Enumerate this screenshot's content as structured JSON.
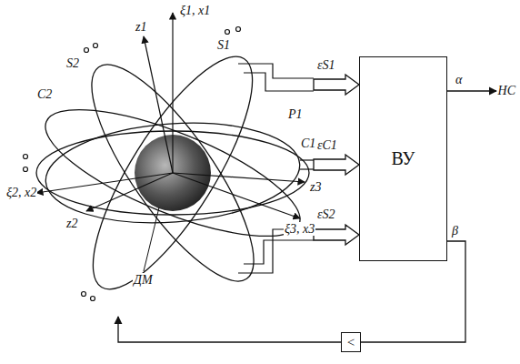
{
  "diagram": {
    "nodes": [
      {
        "text": [
          "ВУ"
        ]
      },
      {
        "text": [
          "<"
        ]
      }
    ],
    "edges": [
      {
        "from": 0,
        "to": 1,
        "arrow": "none",
        "label": "β"
      }
    ],
    "labels": [
      "ξ1, x1",
      "z1",
      "S2",
      "S1",
      "C2",
      "P1",
      "C1",
      "ξ2, x2",
      "z2",
      "ξ3, x3",
      "z3",
      "ДМ",
      "εS1",
      "εC1",
      "εS2",
      "α",
      "НС"
    ]
  }
}
